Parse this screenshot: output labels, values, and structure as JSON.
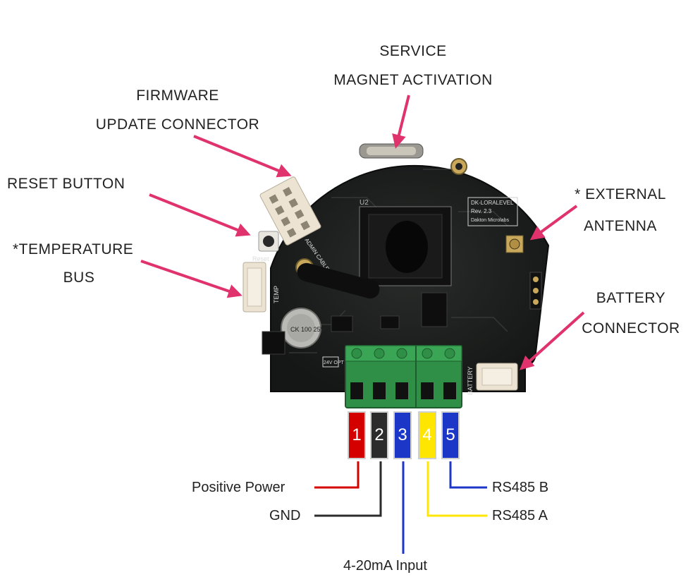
{
  "labels": {
    "service_line1": "SERVICE",
    "service_line2": "MAGNET ACTIVATION",
    "firmware_line1": "FIRMWARE",
    "firmware_line2": "UPDATE CONNECTOR",
    "reset": "RESET BUTTON",
    "temp_line1": "*TEMPERATURE",
    "temp_line2": "BUS",
    "antenna_line1": "* EXTERNAL",
    "antenna_line2": "ANTENNA",
    "battery_line1": "BATTERY",
    "battery_line2": "CONNECTOR"
  },
  "pins": [
    {
      "number": "1",
      "color": "#d40000",
      "wire_label": "Positive Power"
    },
    {
      "number": "2",
      "color": "#2b2b2b",
      "wire_label": "GND"
    },
    {
      "number": "3",
      "color": "#1c36c8",
      "wire_label": "4-20mA Input"
    },
    {
      "number": "4",
      "color": "#ffe600",
      "wire_label": "RS485 A"
    },
    {
      "number": "5",
      "color": "#1c36c8",
      "wire_label": "RS485 B"
    }
  ],
  "board": {
    "silkscreen": {
      "model": "DK-LORALEVEL",
      "rev": "Rev. 2.3",
      "maker": "Dakton Microlabs",
      "admin_cable": "ADMIN CABLE",
      "reset": "Reset",
      "temp": "TEMP",
      "battery": "BATTERY",
      "capacitor": "CK 100 25V",
      "u2": "U2",
      "voltage": "24V OPT"
    }
  },
  "colors": {
    "arrow": "#e0336e",
    "pcb": "#1d1f1e",
    "terminal": "#2f8f46",
    "connector": "#ece3d2"
  }
}
